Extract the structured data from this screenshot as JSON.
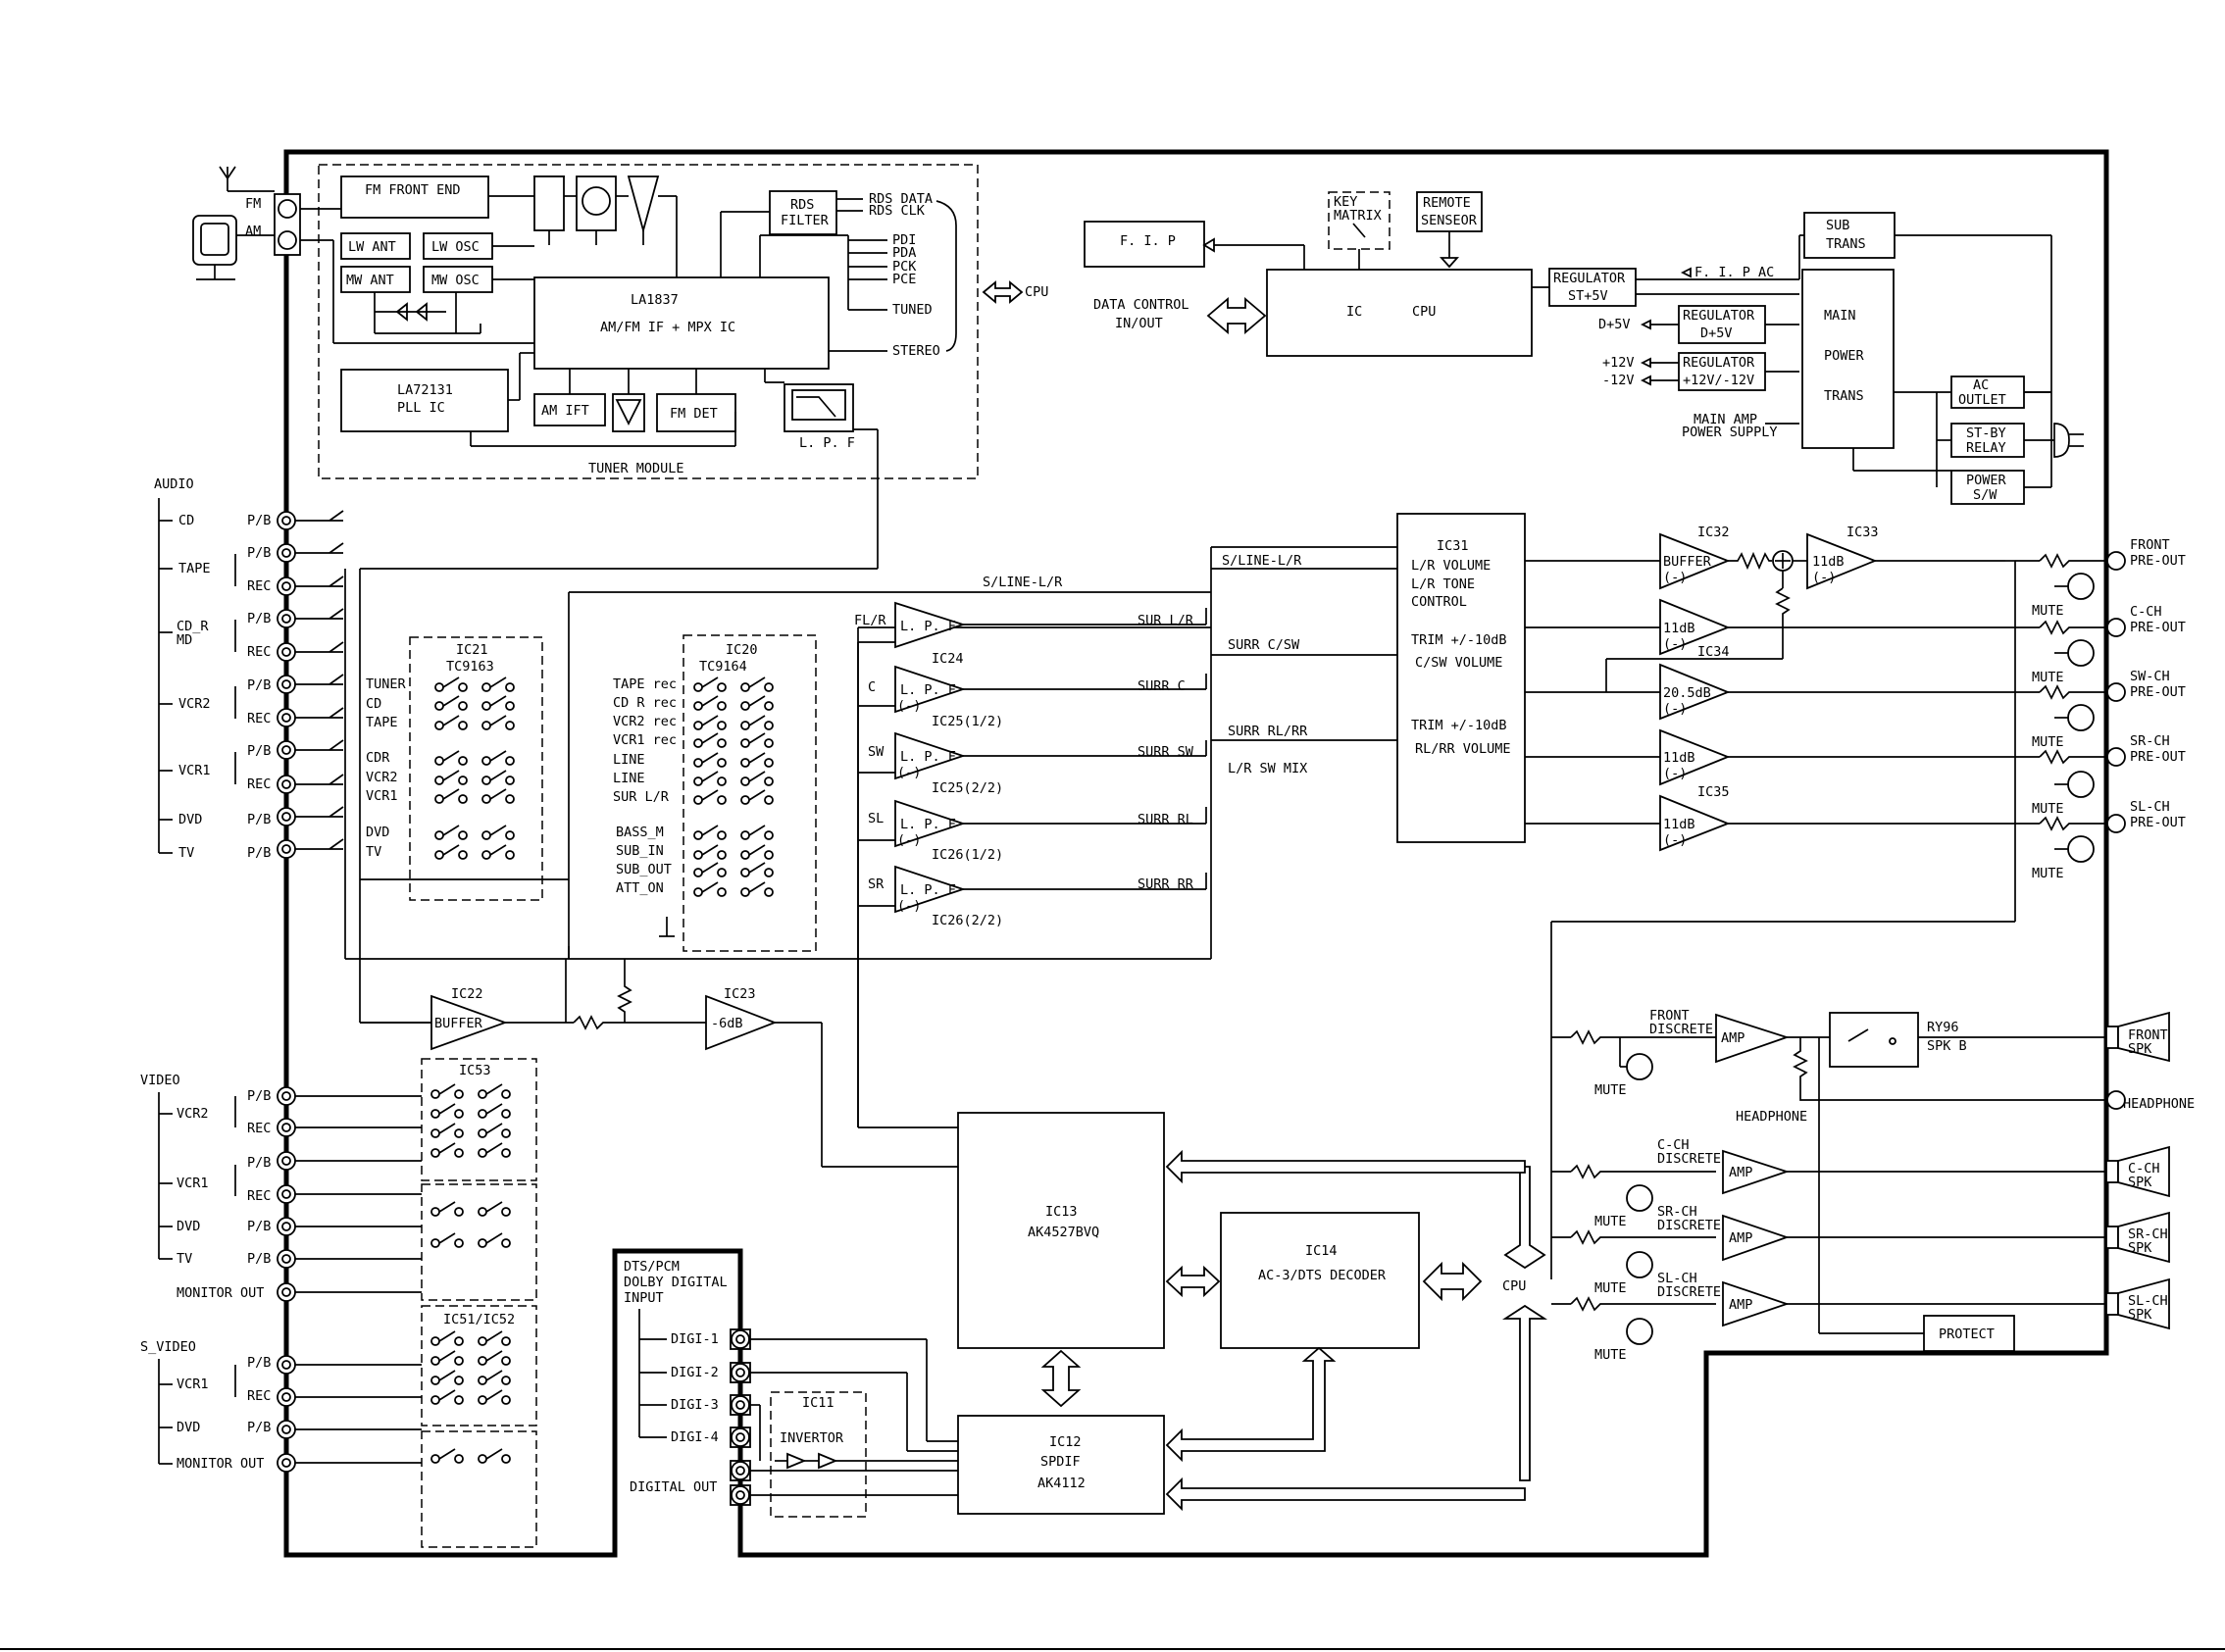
{
  "tuner": {
    "module": "TUNER MODULE",
    "fm": "FM",
    "am": "AM",
    "fm_front_end": "FM FRONT END",
    "lw_ant": "LW ANT",
    "lw_osc": "LW OSC",
    "mw_ant": "MW ANT",
    "mw_osc": "MW OSC",
    "ic_name": "LA1837",
    "ic_desc": "AM/FM IF + MPX IC",
    "pll_name": "LA72131",
    "pll_desc": "PLL IC",
    "am_ift": "AM IFT",
    "fm_det": "FM DET",
    "rds_1": "RDS",
    "rds_2": "FILTER",
    "rds_data": "RDS DATA",
    "rds_clk": "RDS CLK",
    "pdi": "PDI",
    "pda": "PDA",
    "pck": "PCK",
    "pce": "PCE",
    "tuned": "TUNED",
    "stereo": "STEREO",
    "cpu": "CPU",
    "lpf": "L. P. F"
  },
  "control": {
    "fip": "F. I. P",
    "key_1": "KEY",
    "key_2": "MATRIX",
    "remote_1": "REMOTE",
    "remote_2": "SENSEOR",
    "ic": "IC",
    "cpu": "CPU",
    "data_1": "DATA CONTROL",
    "data_2": "IN/OUT",
    "reg_st_1": "REGULATOR",
    "reg_st_2": "ST+5V",
    "reg_d_1": "REGULATOR",
    "reg_d_2": "D+5V",
    "reg_12_1": "REGULATOR",
    "reg_12_2": "+12V/-12V",
    "fip_ac": "F. I. P AC",
    "d5v": "D+5V",
    "p12v": "+12V",
    "m12v": "-12V",
    "main_amp_1": "MAIN AMP",
    "main_amp_2": "POWER SUPPLY"
  },
  "power": {
    "sub_1": "SUB",
    "sub_2": "TRANS",
    "main_1": "MAIN",
    "main_2": "POWER",
    "main_3": "TRANS",
    "ac_1": "AC",
    "ac_2": "OUTLET",
    "stby_1": "ST-BY",
    "stby_2": "RELAY",
    "pw_1": "POWER",
    "pw_2": "S/W"
  },
  "audio_in": {
    "title": "AUDIO",
    "cd": "CD",
    "tape": "TAPE",
    "cdr_1": "CD_R",
    "cdr_2": "MD",
    "vcr2": "VCR2",
    "vcr1": "VCR1",
    "dvd": "DVD",
    "tv": "TV",
    "pb": "P/B",
    "rec": "REC"
  },
  "ic21": {
    "name": "IC21",
    "part": "TC9163",
    "tuner": "TUNER",
    "cd": "CD",
    "tape": "TAPE",
    "cdr": "CDR",
    "vcr2": "VCR2",
    "vcr1": "VCR1",
    "dvd": "DVD",
    "tv": "TV"
  },
  "ic20": {
    "name": "IC20",
    "part": "TC9164",
    "tape_rec": "TAPE rec",
    "cdr_rec": "CD R rec",
    "vcr2_rec": "VCR2 rec",
    "vcr1_rec": "VCR1 rec",
    "line": "LINE",
    "sur": "SUR L/R",
    "bass": "BASS_M",
    "sub_in": "SUB_IN",
    "sub_out": "SUB_OUT",
    "att": "ATT_ON"
  },
  "lpf_section": {
    "s_line": "S/LINE-L/R",
    "fl_r": "FL/R",
    "c": "C",
    "sw": "SW",
    "sl": "SL",
    "sr": "SR",
    "lpf": "L. P. F",
    "minus": "(-)",
    "ic24": "IC24",
    "ic25a": "IC25(1/2)",
    "ic25b": "IC25(2/2)",
    "ic26a": "IC26(1/2)",
    "ic26b": "IC26(2/2)",
    "sur_lr": "SUR L/R",
    "surr_c": "SURR C",
    "surr_sw": "SURR SW",
    "surr_rl": "SURR RL",
    "surr_rr": "SURR RR"
  },
  "ic31": {
    "in_sline": "S/LINE-L/R",
    "in_surr_csw": "SURR C/SW",
    "in_surr_rlrr": "SURR RL/RR",
    "mix": "L/R SW MIX",
    "name": "IC31",
    "l1": "L/R VOLUME",
    "l2": "L/R TONE",
    "l3": "CONTROL",
    "l4": "TRIM +/-10dB",
    "l5": "C/SW VOLUME",
    "l6": "TRIM +/-10dB",
    "l7": "RL/RR VOLUME"
  },
  "pre_out": {
    "ic32": "IC32",
    "ic33": "IC33",
    "ic34": "IC34",
    "ic35": "IC35",
    "buffer": "BUFFER",
    "minus": "(-)",
    "g11": "11dB",
    "g20": "20.5dB",
    "mute": "MUTE",
    "front_1": "FRONT",
    "front_2": "PRE-OUT",
    "cch_1": "C-CH",
    "cch_2": "PRE-OUT",
    "swch_1": "SW-CH",
    "swch_2": "PRE-OUT",
    "srch_1": "SR-CH",
    "srch_2": "PRE-OUT",
    "slch_1": "SL-CH",
    "slch_2": "PRE-OUT"
  },
  "mid": {
    "ic22": "IC22",
    "buffer": "BUFFER",
    "ic23": "IC23",
    "m6db": "-6dB"
  },
  "video": {
    "title": "VIDEO",
    "vcr2": "VCR2",
    "vcr1": "VCR1",
    "dvd": "DVD",
    "tv": "TV",
    "pb": "P/B",
    "rec": "REC",
    "monitor": "MONITOR OUT",
    "ic53": "IC53"
  },
  "svideo": {
    "title": "S_VIDEO",
    "vcr1": "VCR1",
    "dvd": "DVD",
    "pb": "P/B",
    "rec": "REC",
    "monitor": "MONITOR OUT",
    "ic51": "IC51/IC52"
  },
  "digital": {
    "t1": "DTS/PCM",
    "t2": "DOLBY DIGITAL",
    "t3": "INPUT",
    "d1": "DIGI-1",
    "d2": "DIGI-2",
    "d3": "DIGI-3",
    "d4": "DIGI-4",
    "out": "DIGITAL OUT",
    "ic11": "IC11",
    "inv": "INVERTOR",
    "ic12": "IC12",
    "spdif": "SPDIF",
    "ak4112": "AK4112",
    "ic13": "IC13",
    "ak4527": "AK4527BVQ",
    "ic14": "IC14",
    "dec": "AC-3/DTS DECODER",
    "cpu": "CPU"
  },
  "speaker": {
    "front_1": "FRONT",
    "front_2": "DISCRETE",
    "cch_1": "C-CH",
    "cch_2": "DISCRETE",
    "srch_1": "SR-CH",
    "srch_2": "DISCRETE",
    "slch_1": "SL-CH",
    "slch_2": "DISCRETE",
    "amp": "AMP",
    "mute": "MUTE",
    "ry": "RY96",
    "spkb": "SPK B",
    "headphone": "HEADPHONE",
    "protect": "PROTECT",
    "fs_1": "FRONT",
    "cs_1": "C-CH",
    "srs_1": "SR-CH",
    "sls_1": "SL-CH",
    "spk": "SPK"
  }
}
